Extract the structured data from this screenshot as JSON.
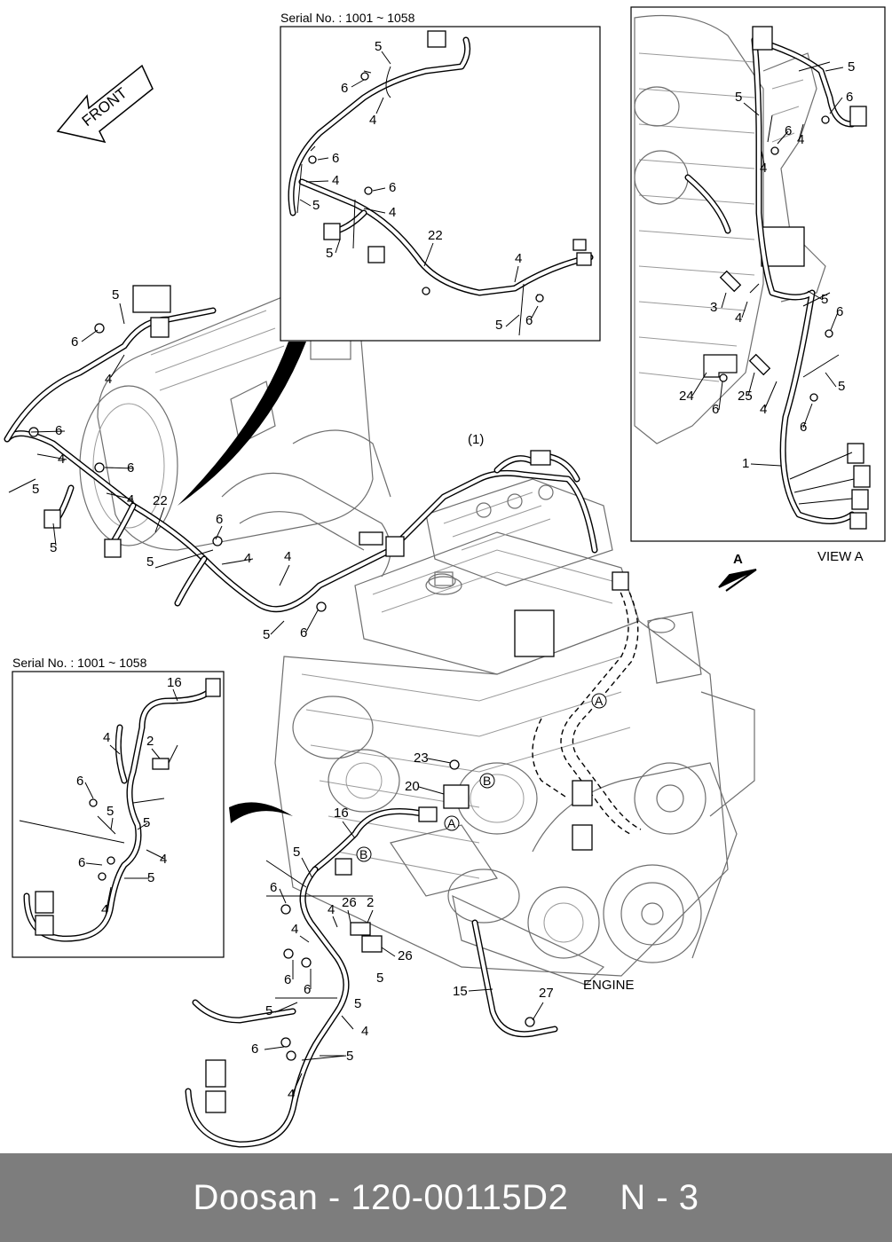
{
  "inset_top": {
    "title": "Serial No. : 1001 ~ 1058",
    "callouts": [
      "5",
      "6",
      "4",
      "6",
      "4",
      "5",
      "6",
      "4",
      "5",
      "22",
      "4",
      "5",
      "6"
    ]
  },
  "inset_left": {
    "title": "Serial No. : 1001 ~ 1058",
    "callouts": [
      "16",
      "4",
      "2",
      "6",
      "5",
      "5",
      "4",
      "6",
      "5",
      "4"
    ]
  },
  "view_a": {
    "title": "VIEW  A",
    "callouts": [
      "5",
      "6",
      "5",
      "6",
      "4",
      "4",
      "5",
      "3",
      "4",
      "6",
      "24",
      "6",
      "25",
      "4",
      "5",
      "6",
      "1"
    ]
  },
  "front_arrow": {
    "label": "FRONT"
  },
  "main": {
    "view_marker": "A",
    "assembly_label": "(1)",
    "engine_label": "ENGINE",
    "ref_A": "A",
    "ref_B": "B",
    "callouts": [
      "5",
      "6",
      "4",
      "6",
      "4",
      "5",
      "6",
      "4",
      "5",
      "22",
      "6",
      "5",
      "4",
      "4",
      "5",
      "6",
      "23",
      "20",
      "16",
      "5",
      "6",
      "26",
      "2",
      "4",
      "4",
      "26",
      "6",
      "6",
      "5",
      "5",
      "4",
      "5",
      "6",
      "5",
      "4",
      "15",
      "27"
    ]
  },
  "footer": {
    "text": "Doosan - 120-00115D2     N - 3"
  }
}
